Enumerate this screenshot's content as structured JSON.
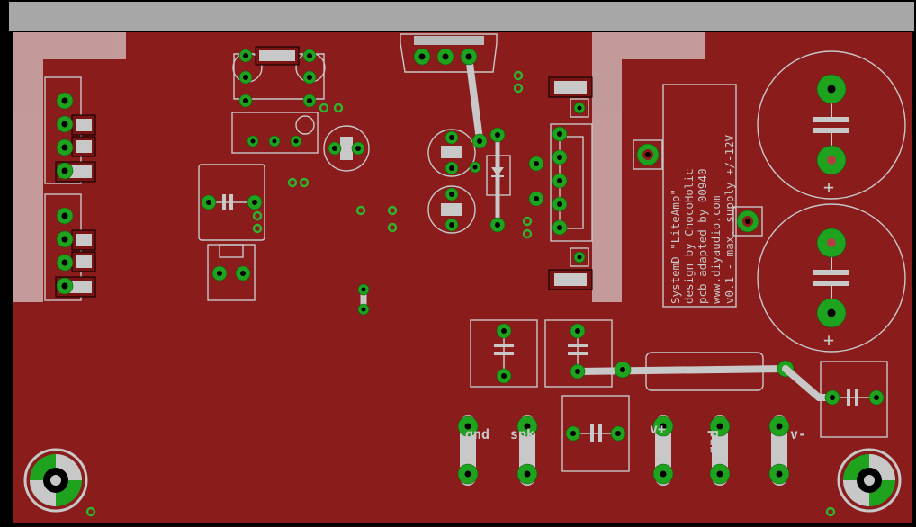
{
  "board": {
    "copper_color": "#8a1c1c",
    "silk_color": "#c8c8c8",
    "pad_color": "#1fa31f",
    "frame_color": "#a7a7a7"
  },
  "info_text": {
    "line1": "SystemD \"LiteAmp\"",
    "line2": "design by ChocoHolic",
    "line3": "pcb adapted by 00940",
    "line4": "www.diyaudio.com",
    "line5": "v0.1 - max. supply +/-12V"
  },
  "terminals": {
    "gnd1": "gnd",
    "spk": "spk",
    "vplus": "v+",
    "gnd2": "gnd",
    "vminus": "v-"
  },
  "polarity": {
    "cap_top_plus": "+",
    "cap_bottom_plus": "+"
  }
}
